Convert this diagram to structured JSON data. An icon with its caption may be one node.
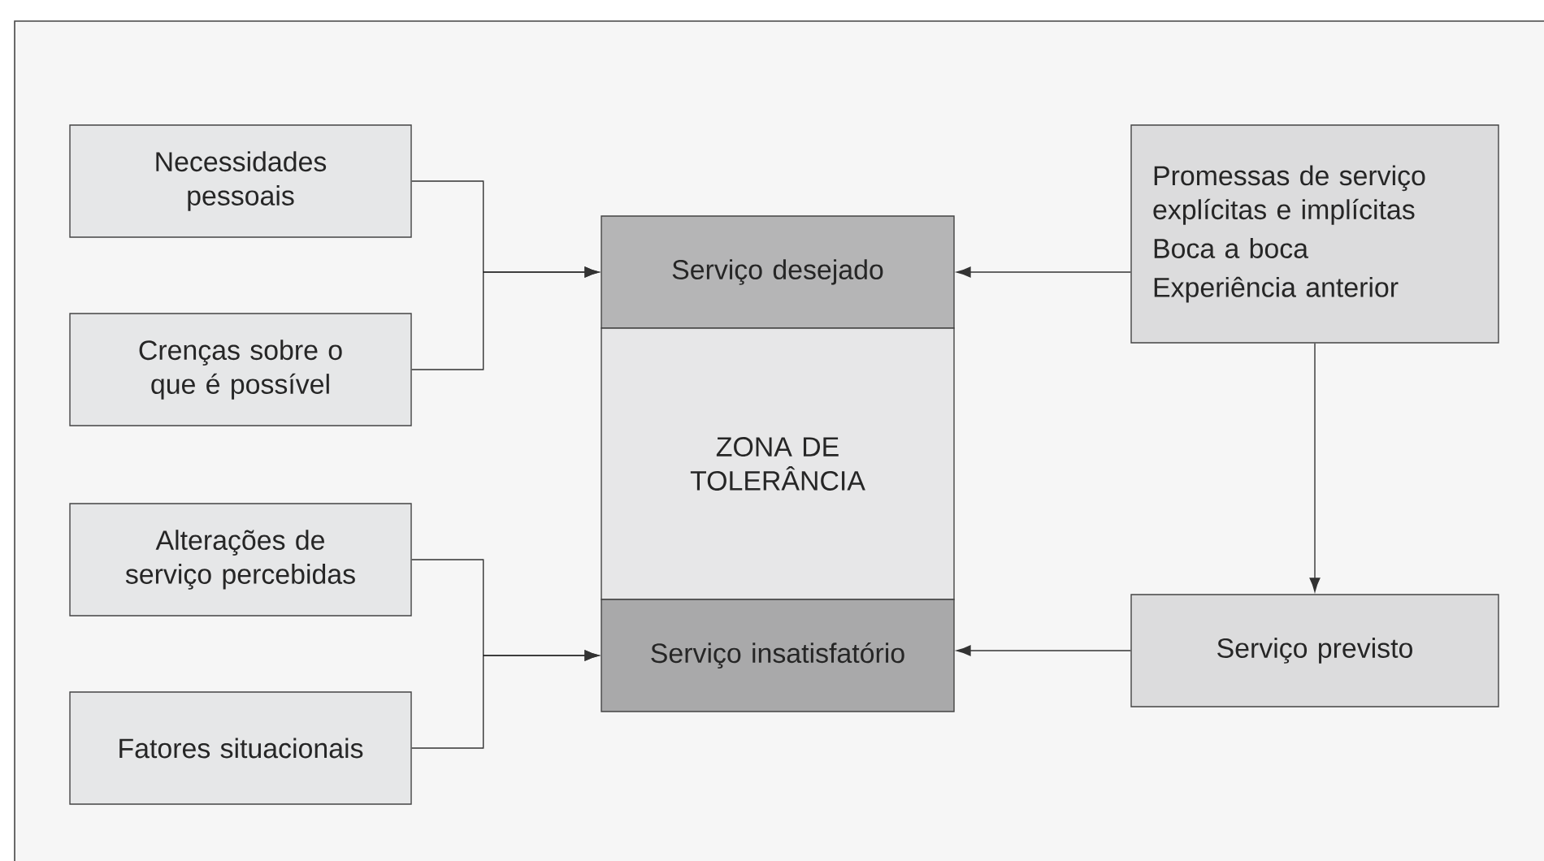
{
  "diagram": {
    "nodes": [
      {
        "text": [
          "Necessidades pessoais"
        ]
      },
      {
        "text": [
          "Crenças sobre o que é possível"
        ]
      },
      {
        "text": [
          "Alterações de serviço percebidas"
        ]
      },
      {
        "text": [
          "Fatores situacionais"
        ]
      },
      {
        "text": [
          "Serviço desejado"
        ]
      },
      {
        "text": [
          "ZONA DE TOLERÂNCIA"
        ]
      },
      {
        "text": [
          "Serviço insatisfatório"
        ]
      },
      {
        "text": [
          "Promessas de serviço explícitas e implícitas",
          "Boca a boca",
          "Experiência anterior"
        ]
      },
      {
        "text": [
          "Serviço previsto"
        ]
      }
    ],
    "edges": [
      {
        "from": 0,
        "to": 4,
        "arrow": "to"
      },
      {
        "from": 1,
        "to": 4,
        "arrow": "to"
      },
      {
        "from": 2,
        "to": 6,
        "arrow": "to"
      },
      {
        "from": 3,
        "to": 6,
        "arrow": "to"
      },
      {
        "from": 7,
        "to": 4,
        "arrow": "to"
      },
      {
        "from": 7,
        "to": 8,
        "arrow": "to"
      },
      {
        "from": 8,
        "to": 6,
        "arrow": "to"
      }
    ]
  }
}
